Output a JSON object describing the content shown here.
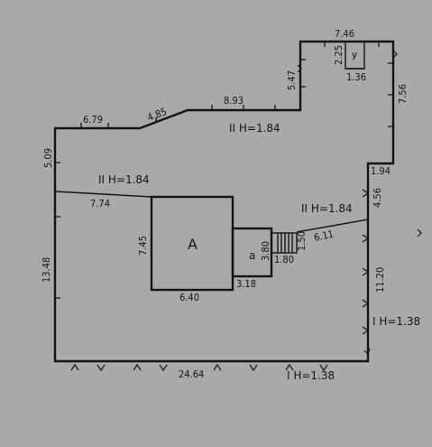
{
  "diagram": {
    "zones": [
      {
        "label": "II H=1.84"
      },
      {
        "label": "II H=1.84"
      },
      {
        "label": "II H=1.84"
      },
      {
        "label": "I H=1.38"
      },
      {
        "label": "I H=1.38"
      }
    ],
    "rooms": [
      {
        "label": "A"
      },
      {
        "label": "a"
      },
      {
        "label": "У"
      }
    ],
    "dimensions": [
      {
        "value": "6.79"
      },
      {
        "value": "4.85"
      },
      {
        "value": "8.93"
      },
      {
        "value": "5.47"
      },
      {
        "value": "7.46"
      },
      {
        "value": "2.25"
      },
      {
        "value": "1.36"
      },
      {
        "value": "7.56"
      },
      {
        "value": "1.94"
      },
      {
        "value": "4.56"
      },
      {
        "value": "5.09"
      },
      {
        "value": "7.74"
      },
      {
        "value": "7.45"
      },
      {
        "value": "6.40"
      },
      {
        "value": "3.18"
      },
      {
        "value": "3.80"
      },
      {
        "value": "1.80"
      },
      {
        "value": "1.50"
      },
      {
        "value": "6.11"
      },
      {
        "value": "13.48"
      },
      {
        "value": "11.20"
      },
      {
        "value": "24.64"
      }
    ]
  }
}
